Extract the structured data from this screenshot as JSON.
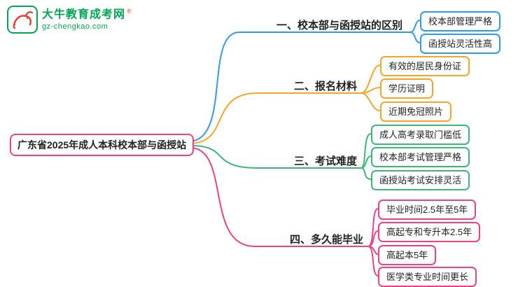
{
  "logo": {
    "title": "大牛教育成考网",
    "reg": "®",
    "domain": "gz-chengkao.com",
    "icon": "bull-icon",
    "brand_color": "#00a651",
    "icon_color": "#e8382f"
  },
  "root": {
    "label": "广东省2025年成人本科校本部与函授站",
    "color": "#ec4186"
  },
  "branches": [
    {
      "label": "一、校本部与函授站的区别",
      "color": "#2f9bee",
      "children": [
        "校本部管理严格",
        "函授站灵活性高"
      ]
    },
    {
      "label": "二、报名材料",
      "color": "#f7a428",
      "children": [
        "有效的居民身份证",
        "学历证明",
        "近期免冠照片"
      ]
    },
    {
      "label": "三、考试难度",
      "color": "#3cb878",
      "children": [
        "成人高考录取门槛低",
        "校本部考试管理严格",
        "函授站考试安排灵活"
      ]
    },
    {
      "label": "四、多久能毕业",
      "color": "#ec4186",
      "children": [
        "毕业时间2.5年至5年",
        "高起专和专升本2.5年",
        "高起本5年",
        "医学类专业时间更长"
      ]
    }
  ]
}
